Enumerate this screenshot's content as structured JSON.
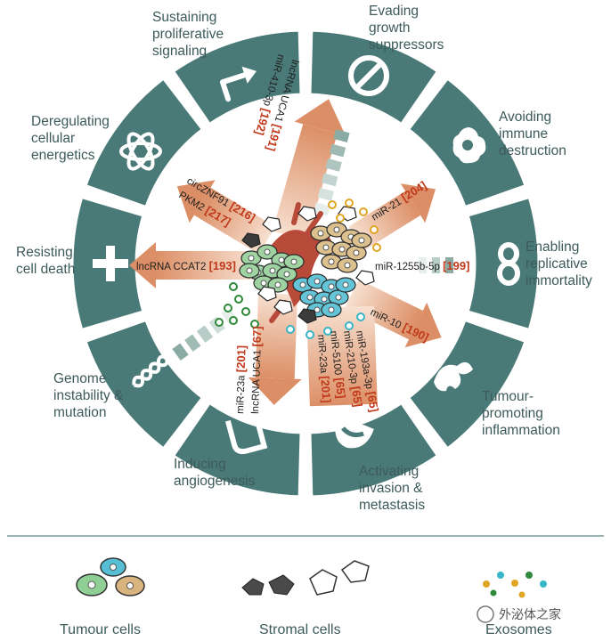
{
  "hallmarks": {
    "sustaining": [
      "Sustaining",
      "proliferative",
      "signaling"
    ],
    "evading": [
      "Evading",
      "growth",
      "suppressors"
    ],
    "avoiding": [
      "Avoiding",
      "immune",
      "destruction"
    ],
    "replicative": [
      "Enabling",
      "replicative",
      "immortality"
    ],
    "inflammation": [
      "Tumour-",
      "promoting",
      "inflammation"
    ],
    "invasion": [
      "Activating",
      "invasion &",
      "metastasis"
    ],
    "angiogenesis": [
      "Inducing",
      "angiogenesis"
    ],
    "genome": [
      "Genome",
      "instability &",
      "mutation"
    ],
    "death": [
      "Resisting",
      "cell death"
    ],
    "energetics": [
      "Deregulating",
      "cellular",
      "energetics"
    ]
  },
  "arrows": {
    "uca1_mir410": {
      "t1": "lncRNA UCA1",
      "r1": "[191]",
      "t2": "miR-410-3p",
      "r2": "[192]"
    },
    "circ": {
      "t1": "circZNF91",
      "r1": "[216]",
      "t2": "PKM2",
      "r2": "[217]"
    },
    "ccat2": {
      "t1": "lncRNA CCAT2",
      "r1": "[193]"
    },
    "mir21": {
      "t1": "miR-21",
      "r1": "[204]"
    },
    "mir1255": {
      "t1": "miR-1255b-5p",
      "r1": "[199]"
    },
    "mir10": {
      "t1": "miR-10",
      "r1": "[190]"
    },
    "angio": {
      "t1": "miR-23a",
      "r1": "[201]",
      "t2": "lncRNA UCA1",
      "r2": "[67]"
    },
    "invasion": {
      "t1": "miR-193a-3p",
      "r1": "[65]",
      "t2": "miR-210-3p",
      "r2": "[65]",
      "t3": "miR-5100",
      "r3": "[65]",
      "t4": "miR-23a",
      "r4": "[201]"
    }
  },
  "legend": {
    "tumour": "Tumour cells",
    "stromal": "Stromal cells",
    "exosomes": "Exosomes"
  },
  "watermark": "外泌体之家",
  "colors": {
    "segment": "#4a7a78",
    "text": "#3d5a5a",
    "reference": "#c0391b",
    "arrow": "#e8b08c",
    "dashed": "#a9c3bc"
  }
}
